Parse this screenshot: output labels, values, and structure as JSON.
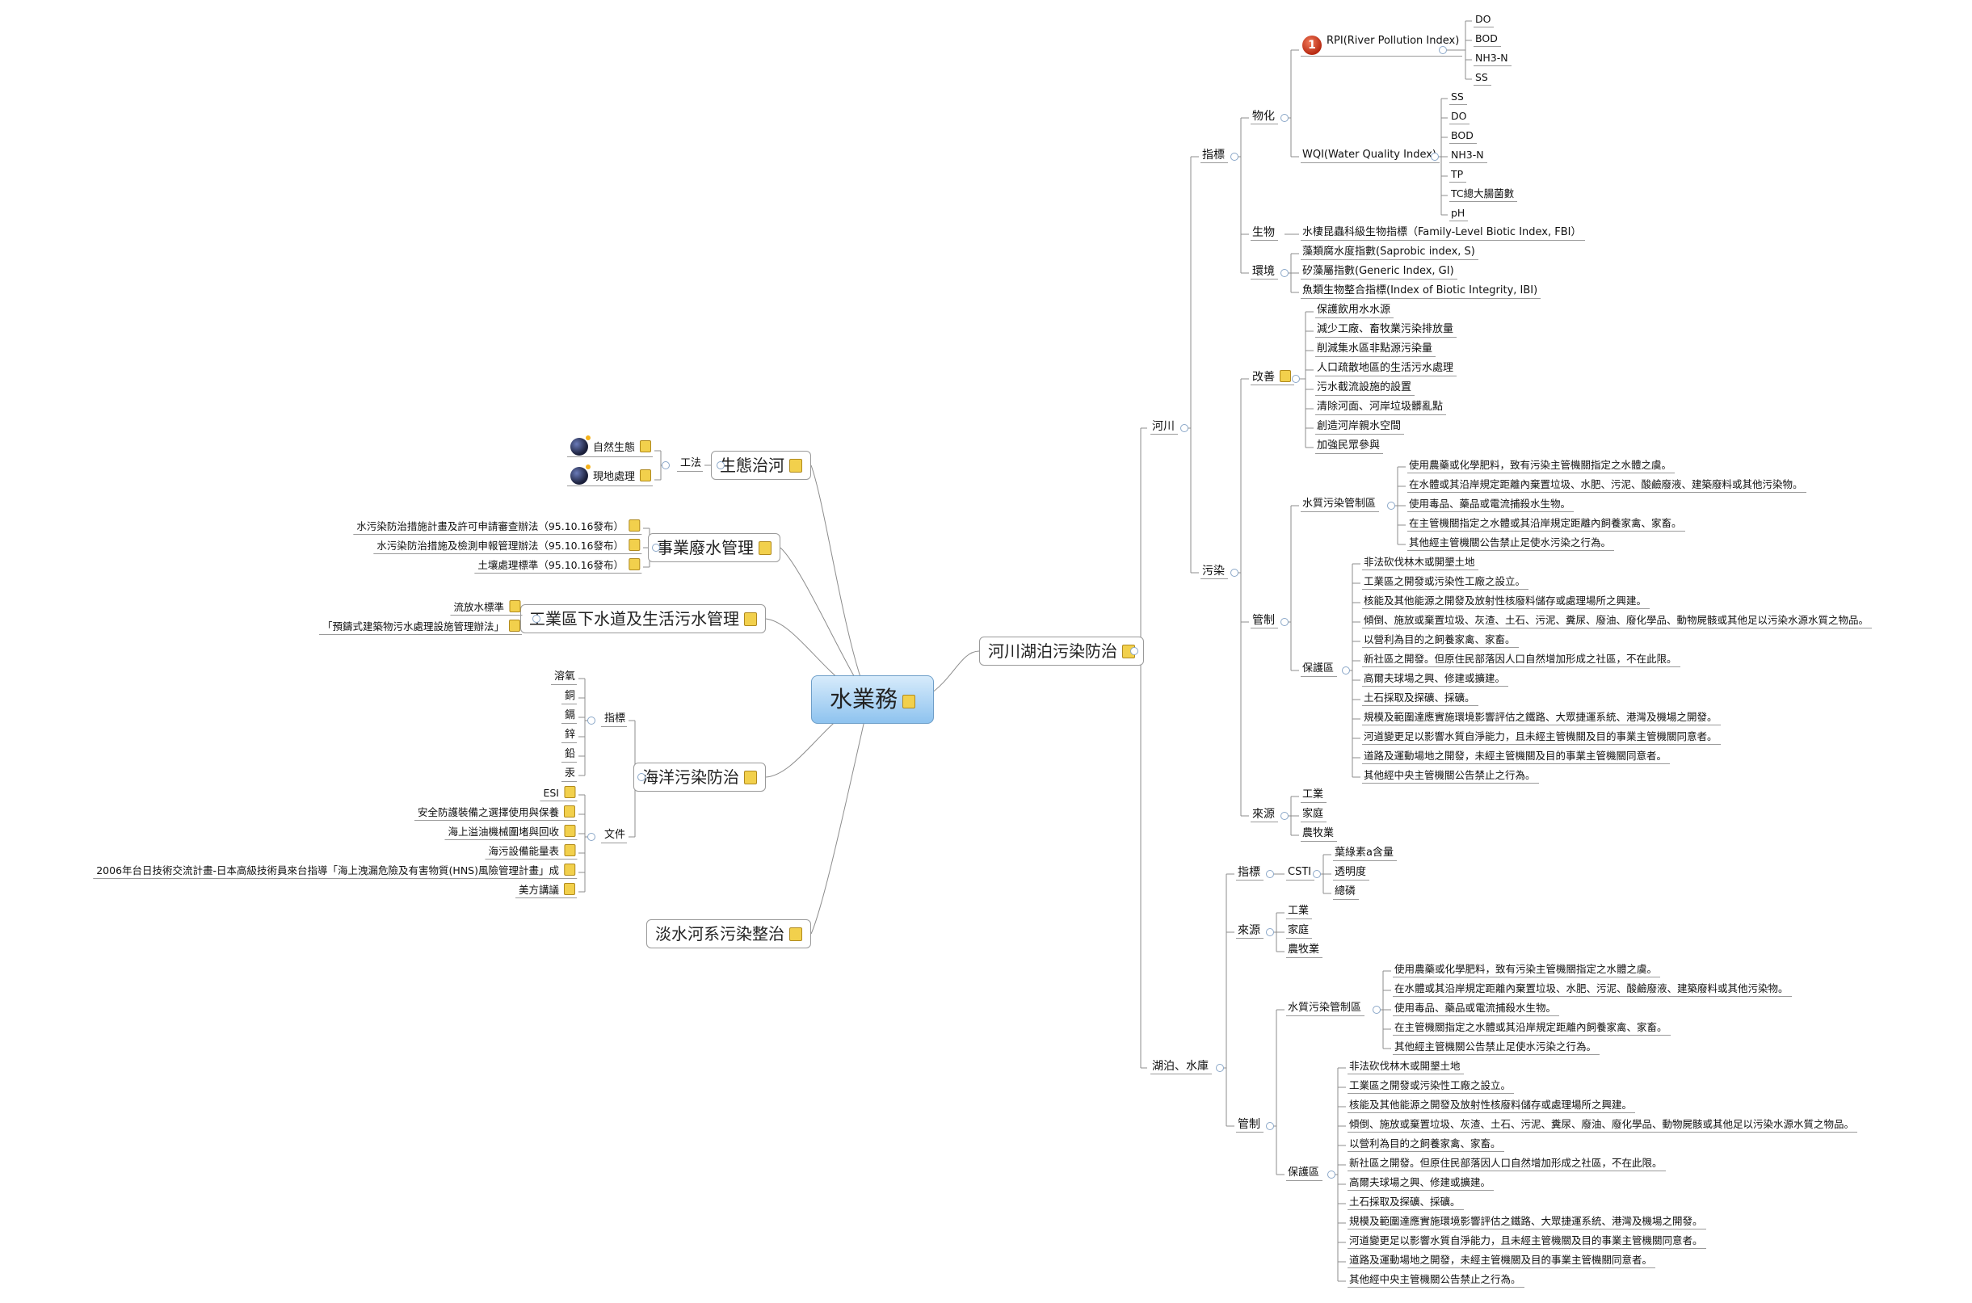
{
  "root": "水業務",
  "left_branches": {
    "eco_river": {
      "label": "生態治河",
      "method": "工法",
      "items": [
        "自然生態",
        "現地處理"
      ]
    },
    "industrial_wastewater": {
      "label": "事業廢水管理",
      "items": [
        "水污染防治措施計畫及許可申請審查辦法（95.10.16發布）",
        "水污染防治措施及檢測申報管理辦法（95.10.16發布）",
        "土壤處理標準（95.10.16發布）"
      ]
    },
    "industrial_sewer": {
      "label": "工業區下水道及生活污水管理",
      "items": [
        "流放水標準",
        "「預鑄式建築物污水處理設施管理辦法」"
      ]
    },
    "marine": {
      "label": "海洋污染防治",
      "indicators_label": "指標",
      "indicators": [
        "溶氧",
        "銅",
        "鎘",
        "鋅",
        "鉛",
        "汞"
      ],
      "docs_label": "文件",
      "docs": [
        "ESI",
        "安全防護裝備之選擇使用與保養",
        "海上溢油機械圍堵與回收",
        "海污設備能量表",
        "2006年台日技術交流計畫-日本高級技術員來台指導「海上洩漏危險及有害物質(HNS)風險管理計畫」成",
        "美方講議"
      ]
    },
    "tamsui": {
      "label": "淡水河系污染整治"
    }
  },
  "right_branch": {
    "label": "河川湖泊污染防治",
    "river": {
      "label": "河川",
      "indicators": {
        "label": "指標",
        "physchem": {
          "label": "物化",
          "rpi": {
            "badge": "1",
            "label": "RPI(River Pollution Index)",
            "items": [
              "DO",
              "BOD",
              "NH3-N",
              "SS"
            ]
          },
          "wqi": {
            "label": "WQI(Water Quality Index)",
            "items": [
              "SS",
              "DO",
              "BOD",
              "NH3-N",
              "TP",
              "TC總大腸菌數",
              "pH"
            ]
          }
        },
        "bio": {
          "label": "生物",
          "items": [
            "水棲昆蟲科級生物指標（Family-Level Biotic Index, FBI）"
          ]
        },
        "env": {
          "label": "環境",
          "items": [
            "藻類腐水度指數(Saprobic index, S)",
            "矽藻屬指數(Generic Index, GI)",
            "魚類生物整合指標(Index of Biotic Integrity, IBI)"
          ]
        }
      },
      "pollution": {
        "label": "污染",
        "improve": {
          "label": "改善",
          "items": [
            "保護飲用水水源",
            "減少工廠、畜牧業污染排放量",
            "削減集水區非點源污染量",
            "人口疏散地區的生活污水處理",
            "污水截流設施的設置",
            "清除河面、河岸垃圾髒亂點",
            "創造河岸親水空間",
            "加強民眾參與"
          ]
        },
        "control": {
          "label": "管制",
          "wq_zone": {
            "label": "水質污染管制區",
            "items": [
              "使用農藥或化學肥料，致有污染主管機關指定之水體之虞。",
              "在水體或其沿岸規定距離內棄置垃圾、水肥、污泥、酸鹼廢液、建築廢料或其他污染物。",
              "使用毒品、藥品或電流捕殺水生物。",
              "在主管機關指定之水體或其沿岸規定距離內飼養家禽、家畜。",
              "其他經主管機關公告禁止足使水污染之行為。"
            ]
          },
          "protect": {
            "label": "保護區",
            "items": [
              "非法砍伐林木或開墾土地",
              "工業區之開發或污染性工廠之設立。",
              "核能及其他能源之開發及放射性核廢料儲存或處理場所之興建。",
              "傾倒、施放或棄置垃圾、灰渣、土石、污泥、糞尿、廢油、廢化學品、動物屍骸或其他足以污染水源水質之物品。",
              "以營利為目的之飼養家禽、家畜。",
              "新社區之開發。但原住民部落因人口自然增加形成之社區，不在此限。",
              "高爾夫球場之興、修建或擴建。",
              "土石採取及探礦、採礦。",
              "規模及範圍達應實施環境影響評估之鐵路、大眾捷運系統、港灣及機場之開發。",
              "河道變更足以影響水質自淨能力，且未經主管機關及目的事業主管機關同意者。",
              "道路及運動場地之開發，未經主管機關及目的事業主管機關同意者。",
              "其他經中央主管機關公告禁止之行為。"
            ]
          }
        },
        "source": {
          "label": "來源",
          "items": [
            "工業",
            "家庭",
            "農牧業"
          ]
        }
      }
    },
    "lake": {
      "label": "湖泊、水庫",
      "indicators": {
        "label": "指標",
        "csti": {
          "label": "CSTI",
          "items": [
            "葉綠素a含量",
            "透明度",
            "總磷"
          ]
        }
      },
      "source": {
        "label": "來源",
        "items": [
          "工業",
          "家庭",
          "農牧業"
        ]
      },
      "control": {
        "label": "管制",
        "wq_zone": {
          "label": "水質污染管制區",
          "items": [
            "使用農藥或化學肥料，致有污染主管機關指定之水體之虞。",
            "在水體或其沿岸規定距離內棄置垃圾、水肥、污泥、酸鹼廢液、建築廢料或其他污染物。",
            "使用毒品、藥品或電流捕殺水生物。",
            "在主管機關指定之水體或其沿岸規定距離內飼養家禽、家畜。",
            "其他經主管機關公告禁止足使水污染之行為。"
          ]
        },
        "protect": {
          "label": "保護區",
          "items": [
            "非法砍伐林木或開墾土地",
            "工業區之開發或污染性工廠之設立。",
            "核能及其他能源之開發及放射性核廢料儲存或處理場所之興建。",
            "傾倒、施放或棄置垃圾、灰渣、土石、污泥、糞尿、廢油、廢化學品、動物屍骸或其他足以污染水源水質之物品。",
            "以營利為目的之飼養家禽、家畜。",
            "新社區之開發。但原住民部落因人口自然增加形成之社區，不在此限。",
            "高爾夫球場之興、修建或擴建。",
            "土石採取及探礦、採礦。",
            "規模及範圍達應實施環境影響評估之鐵路、大眾捷運系統、港灣及機場之開發。",
            "河道變更足以影響水質自淨能力，且未經主管機關及目的事業主管機關同意者。",
            "道路及運動場地之開發，未經主管機關及目的事業主管機關同意者。",
            "其他經中央主管機關公告禁止之行為。"
          ]
        }
      }
    }
  }
}
